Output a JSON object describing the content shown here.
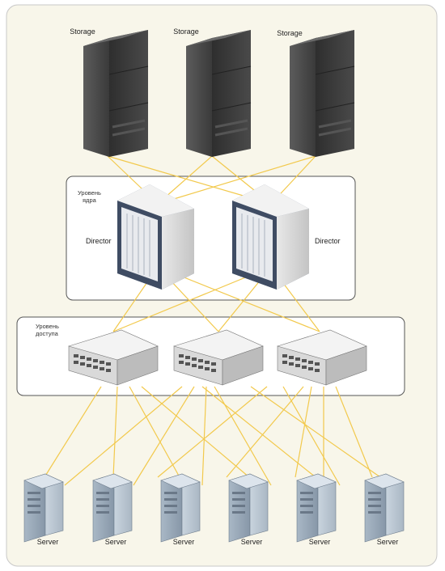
{
  "storage": [
    {
      "label": "Storage"
    },
    {
      "label": "Storage"
    },
    {
      "label": "Storage"
    }
  ],
  "core_layer": {
    "title_line1": "Уровень",
    "title_line2": "ядра",
    "directors": [
      {
        "label": "Director"
      },
      {
        "label": "Director"
      }
    ]
  },
  "access_layer": {
    "title_line1": "Уровень",
    "title_line2": "доступа",
    "switch_count": 3
  },
  "servers": [
    {
      "label": "Server"
    },
    {
      "label": "Server"
    },
    {
      "label": "Server"
    },
    {
      "label": "Server"
    },
    {
      "label": "Server"
    },
    {
      "label": "Server"
    }
  ],
  "colors": {
    "background": "#f8f6ea",
    "link": "#f2c94c",
    "rack": "#3c3c3c",
    "server": "#9aabbb"
  }
}
